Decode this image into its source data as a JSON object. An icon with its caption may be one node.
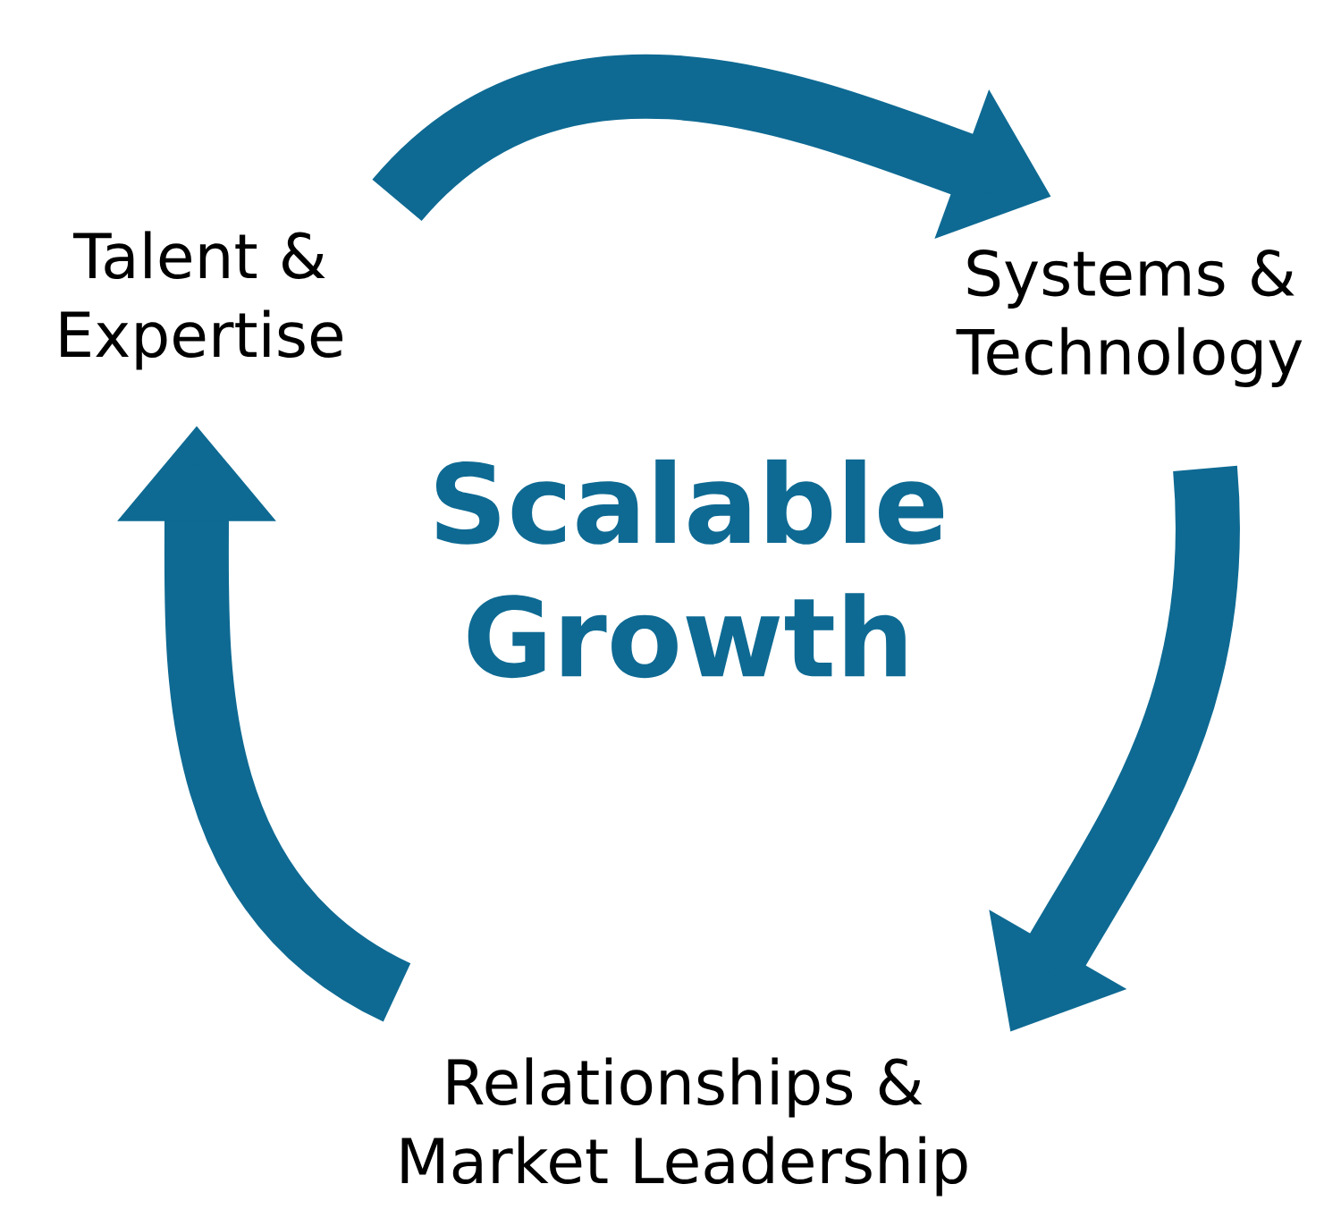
{
  "diagram": {
    "title": "Scalable Growth",
    "nodes": [
      {
        "text": [
          "Talent & Expertise"
        ]
      },
      {
        "text": [
          "Systems & Technology"
        ]
      },
      {
        "text": [
          "Relationships & Market Leadership"
        ]
      }
    ],
    "edges": [
      {
        "from": 0,
        "to": 1,
        "arrow": "to"
      },
      {
        "from": 1,
        "to": 2,
        "arrow": "to"
      },
      {
        "from": 2,
        "to": 0,
        "arrow": "to"
      }
    ]
  }
}
